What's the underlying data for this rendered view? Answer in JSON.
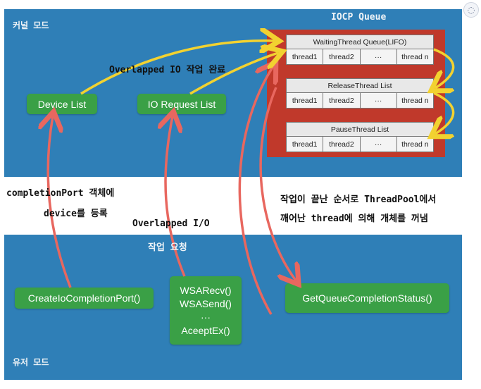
{
  "zones": {
    "kernel_label": "커널 모드",
    "user_label": "유저 모드"
  },
  "iocp": {
    "title": "IOCP Queue",
    "tables": [
      {
        "title": "WaitingThread Queue(LIFO)",
        "cells": [
          "thread1",
          "thread2",
          "···",
          "thread n"
        ]
      },
      {
        "title": "ReleaseThread List",
        "cells": [
          "thread1",
          "thread2",
          "···",
          "thread n"
        ]
      },
      {
        "title": "PauseThread List",
        "cells": [
          "thread1",
          "thread2",
          "···",
          "thread n"
        ]
      }
    ]
  },
  "nodes": {
    "device_list": "Device List",
    "io_request_list": "IO Request List",
    "create_iocp": "CreateIoCompletionPort()",
    "wsa_lines": [
      "WSARecv()",
      "WSASend()",
      "···",
      "AceeptEx()"
    ],
    "get_queue": "GetQueueCompletionStatus()"
  },
  "annotations": {
    "overlapped_done": "Overlapped IO 작업 완료",
    "completion_port_1": "completionPort 객체에",
    "completion_port_2": "device를 등록",
    "overlapped_io": "Overlapped I/O",
    "io_request": "작업 요청",
    "order_1": "작업이 끝난 순서로 ThreadPool에서",
    "order_2": "깨어난 thread에 의해 개체를 꺼냄"
  },
  "colors": {
    "band": "#2f7fb7",
    "node": "#3aa046",
    "iocp_box": "#c0392b",
    "arrow_red": "#e8675f",
    "arrow_yellow": "#f2d230"
  }
}
